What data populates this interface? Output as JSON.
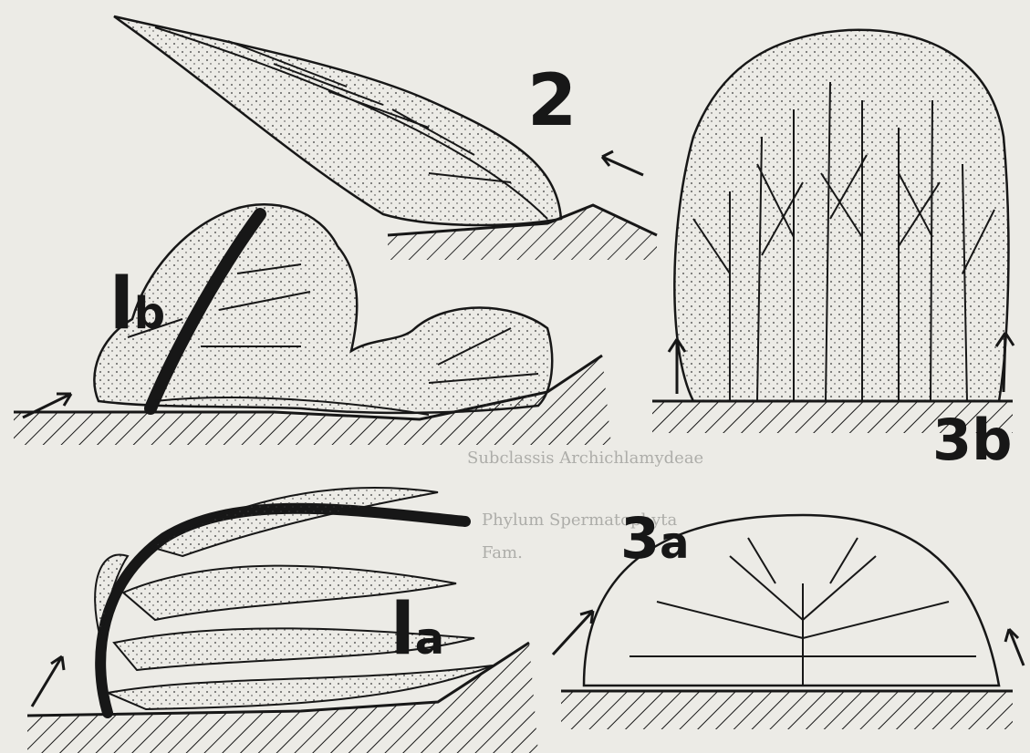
{
  "labels": {
    "fig_1b": {
      "main": "l",
      "sub": "b"
    },
    "fig_2": "2",
    "fig_3b": "3b",
    "fig_3a": {
      "main": "3",
      "sub": "a"
    },
    "fig_1a": {
      "main": "l",
      "sub": "a"
    }
  },
  "background_text": {
    "line_1": "Subclassis Archichlamydeae",
    "line_2": "Phylum Spermatophyta",
    "line_3": "Fam."
  },
  "colors": {
    "ink": "#171717",
    "paper": "#ecebe6",
    "faint_text": "#7b7b78"
  }
}
